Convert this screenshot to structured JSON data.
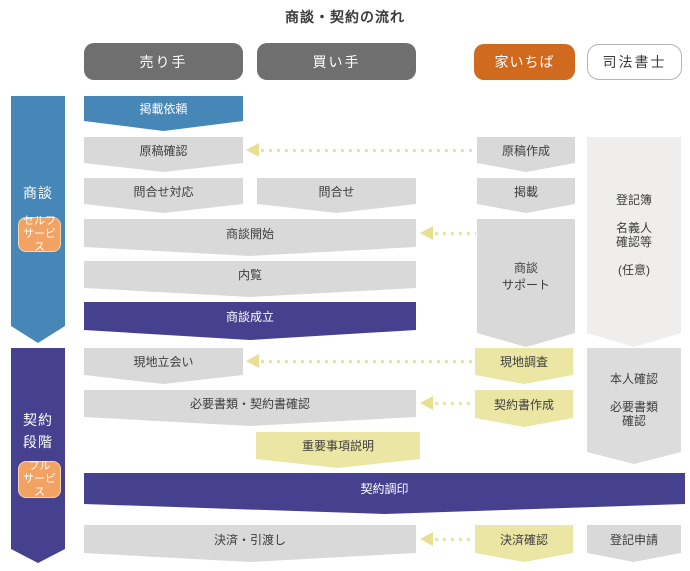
{
  "title": "商談・契約の流れ",
  "columns": {
    "seller": "売り手",
    "buyer": "買い手",
    "ieichiba": "家いちば",
    "scrivener": "司法書士"
  },
  "phases": {
    "negotiation": {
      "label": "商談",
      "badge": "セルフ\nサービス"
    },
    "contract": {
      "label": "契約\n段階",
      "badge": "フル\nサービス"
    }
  },
  "steps": {
    "keisai_irai": "掲載依頼",
    "genko_kakunin": "原稿確認",
    "genko_sakusei": "原稿作成",
    "toiawase_taio": "問合せ対応",
    "toiawase": "問合せ",
    "keisai": "掲載",
    "shodan_kaishi": "商談開始",
    "nairan": "内覧",
    "shodan_seiritsu": "商談成立",
    "shodan_support": "商談\nサポート",
    "tokibo": "登記簿\n\n名義人\n確認等\n\n(任意)",
    "genchi_tachiai": "現地立会い",
    "genchi_chosa": "現地調査",
    "hitsuyo_shorui": "必要書類・契約書確認",
    "keiyakusho_sakusei": "契約書作成",
    "juyo_jiko": "重要事項説明",
    "honnin_kakunin": "本人確認\n\n必要書類\n確認",
    "keiyaku_choin": "契約調印",
    "kessai_hikiwatashi": "決済・引渡し",
    "kessai_kakunin": "決済確認",
    "toki_shinsei": "登記申請"
  },
  "colors": {
    "header_gray": "#6f6f6f",
    "ieichiba_orange": "#d06a1e",
    "phase_blue": "#4787b7",
    "phase_purple": "#46418f",
    "step_gray": "#d9d9d9",
    "scrivener_light_gray": "#efeeec",
    "scrivener_mid_gray": "#dcdcdc",
    "ieichiba_yellow": "#ece6a4",
    "badge_orange": "#f2a263",
    "arrow_yellow": "#e9e3a2"
  }
}
